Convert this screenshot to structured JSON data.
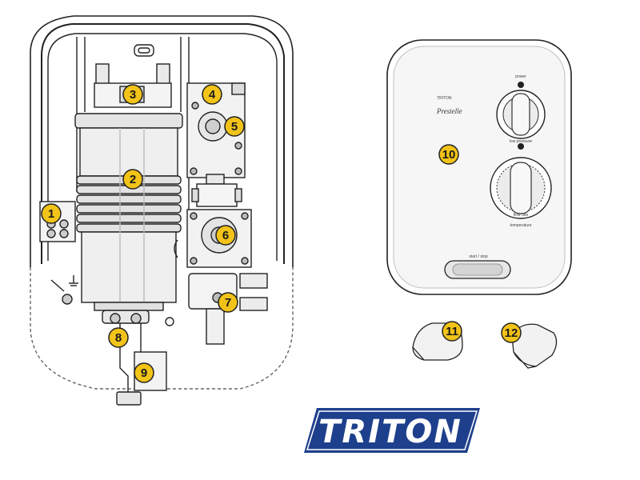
{
  "brand": {
    "logo_text": "TRITON",
    "logo_color": "#1e3f8c",
    "unit_brand": "TRITON",
    "unit_model": "Prestelle"
  },
  "controls": {
    "power_label": "power",
    "low_pressure_label": "low pressure",
    "flow_rate_label": "flow rate",
    "temperature_label": "temperature",
    "start_stop_label": "start / stop"
  },
  "marker_color": "#f2c318",
  "parts": [
    {
      "number": "1",
      "label": "1"
    },
    {
      "number": "2",
      "label": "2"
    },
    {
      "number": "3",
      "label": "3"
    },
    {
      "number": "4",
      "label": "4"
    },
    {
      "number": "5",
      "label": "5"
    },
    {
      "number": "6",
      "label": "6"
    },
    {
      "number": "7",
      "label": "7"
    },
    {
      "number": "8",
      "label": "8"
    },
    {
      "number": "9",
      "label": "9"
    },
    {
      "number": "10",
      "label": "10"
    },
    {
      "number": "11",
      "label": "11"
    },
    {
      "number": "12",
      "label": "12"
    }
  ]
}
